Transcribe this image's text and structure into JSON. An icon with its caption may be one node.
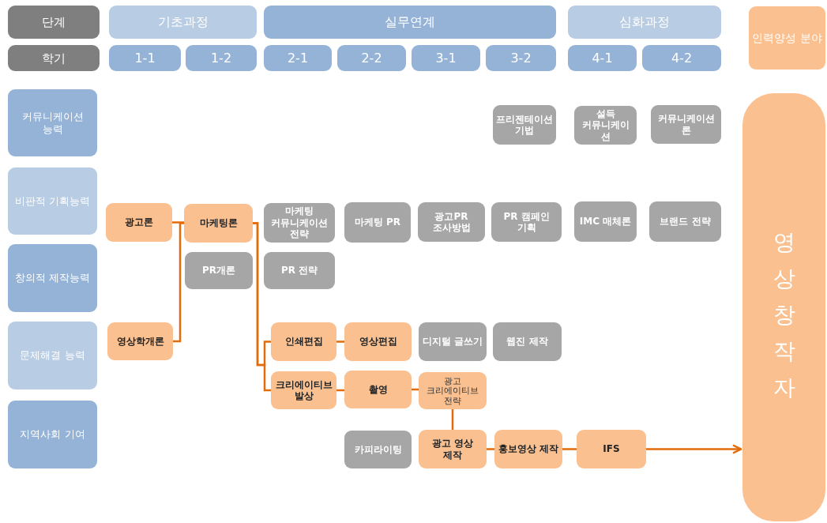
{
  "diagram": {
    "nodes": [
      {
        "text": [
          "단계"
        ]
      },
      {
        "text": [
          "기초과정"
        ]
      },
      {
        "text": [
          "실무연계"
        ]
      },
      {
        "text": [
          "심화과정"
        ]
      },
      {
        "text": [
          "인력양성 분야"
        ]
      },
      {
        "text": [
          "학기"
        ]
      },
      {
        "text": [
          "1-1"
        ]
      },
      {
        "text": [
          "1-2"
        ]
      },
      {
        "text": [
          "2-1"
        ]
      },
      {
        "text": [
          "2-2"
        ]
      },
      {
        "text": [
          "3-1"
        ]
      },
      {
        "text": [
          "3-2"
        ]
      },
      {
        "text": [
          "4-1"
        ]
      },
      {
        "text": [
          "4-2"
        ]
      },
      {
        "text": [
          "커뮤니케이션 능력"
        ]
      },
      {
        "text": [
          "비판적 기획능력"
        ]
      },
      {
        "text": [
          "창의적 제작능력"
        ]
      },
      {
        "text": [
          "문제해결 능력"
        ]
      },
      {
        "text": [
          "지역사회 기여"
        ]
      },
      {
        "text": [
          "프리젠테이션기법"
        ]
      },
      {
        "text": [
          "설득 커뮤니케이션"
        ]
      },
      {
        "text": [
          "커뮤니케이션론"
        ]
      },
      {
        "text": [
          "광고론"
        ]
      },
      {
        "text": [
          "마케팅론"
        ]
      },
      {
        "text": [
          "마케팅 커뮤니케이션 전략"
        ]
      },
      {
        "text": [
          "마케팅 PR"
        ]
      },
      {
        "text": [
          "광고PR 조사방법"
        ]
      },
      {
        "text": [
          "PR 캠페인 기획"
        ]
      },
      {
        "text": [
          "IMC 매체론"
        ]
      },
      {
        "text": [
          "브랜드 전략"
        ]
      },
      {
        "text": [
          "PR개론"
        ]
      },
      {
        "text": [
          "PR 전략"
        ]
      },
      {
        "text": [
          "영상학개론"
        ]
      },
      {
        "text": [
          "인쇄편집"
        ]
      },
      {
        "text": [
          "영상편집"
        ]
      },
      {
        "text": [
          "디지털 글쓰기"
        ]
      },
      {
        "text": [
          "웹진 제작"
        ]
      },
      {
        "text": [
          "크리에이티브 발상"
        ]
      },
      {
        "text": [
          "촬영"
        ]
      },
      {
        "text": [
          "광고 크리에이티브 전략"
        ]
      },
      {
        "text": [
          "카피라이팅"
        ]
      },
      {
        "text": [
          "광고 영상 제작"
        ]
      },
      {
        "text": [
          "홍보영상 제작"
        ]
      },
      {
        "text": [
          "IFS"
        ]
      },
      {
        "text": [
          "영상창작자"
        ]
      }
    ],
    "edges": [
      {
        "from": 22,
        "to": 23,
        "arrow": "none"
      },
      {
        "from": 32,
        "to": 23,
        "arrow": "none"
      },
      {
        "from": 23,
        "to": 33,
        "arrow": "none"
      },
      {
        "from": 23,
        "to": 37,
        "arrow": "none"
      },
      {
        "from": 33,
        "to": 34,
        "arrow": "none"
      },
      {
        "from": 37,
        "to": 38,
        "arrow": "none"
      },
      {
        "from": 38,
        "to": 39,
        "arrow": "none"
      },
      {
        "from": 39,
        "to": 41,
        "arrow": "none"
      },
      {
        "from": 41,
        "to": 42,
        "arrow": "none"
      },
      {
        "from": 42,
        "to": 43,
        "arrow": "none"
      },
      {
        "from": 43,
        "to": 44,
        "arrow": "to"
      }
    ]
  }
}
